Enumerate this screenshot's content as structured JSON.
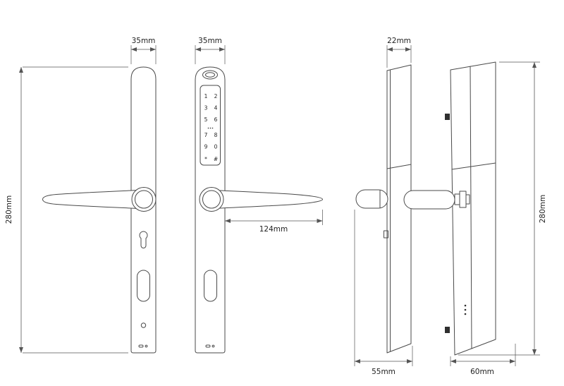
{
  "dims": {
    "w35_left": "35mm",
    "w35_mid": "35mm",
    "w22": "22mm",
    "h280_left": "280mm",
    "h280_right": "280mm",
    "l124": "124mm",
    "d55": "55mm",
    "d60": "60mm"
  },
  "keypad": {
    "keys": [
      "1",
      "2",
      "3",
      "4",
      "5",
      "6",
      "7",
      "8",
      "9",
      "0",
      "*",
      "#"
    ]
  },
  "colors": {
    "line": "#4a4a4a",
    "dimension": "#555555",
    "text": "#222222",
    "background": "#ffffff"
  }
}
